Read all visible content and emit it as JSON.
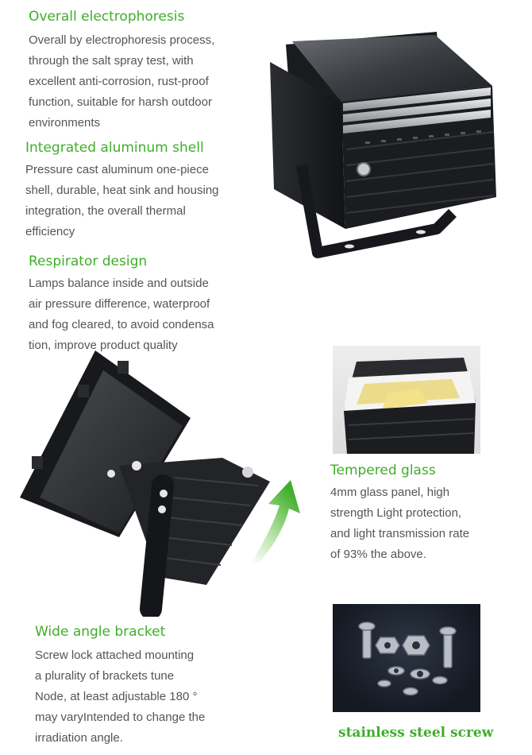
{
  "sections": {
    "electrophoresis": {
      "title": "Overall electrophoresis",
      "lines": [
        "Overall by electrophoresis process,",
        "through the salt spray test, with",
        "excellent anti-corrosion, rust-proof",
        "function, suitable for harsh outdoor",
        "environments"
      ]
    },
    "shell": {
      "title": "Integrated aluminum shell",
      "lines": [
        "Pressure cast aluminum one-piece",
        " shell, durable, heat sink and housing",
        " integration, the overall thermal",
        "efficiency"
      ]
    },
    "respirator": {
      "title": "Respirator design",
      "lines": [
        "Lamps balance inside and outside",
        "air pressure difference, waterproof",
        "and fog cleared, to avoid condensa",
        "tion, improve product quality"
      ]
    },
    "glass": {
      "title": "Tempered glass",
      "lines": [
        "4mm glass panel, high",
        "strength Light protection,",
        "and light transmission rate",
        "of 93% the above."
      ]
    },
    "bracket": {
      "title": "Wide angle bracket",
      "lines": [
        "Screw lock attached mounting",
        " a plurality of brackets tune",
        " Node, at least adjustable 180 °",
        "may varyIntended to change the",
        "irradiation angle."
      ]
    },
    "screw": {
      "caption": "stainless steel screw"
    }
  },
  "colors": {
    "heading": "#3fae2a",
    "body": "#555555",
    "arrow_light": "#eaf7e4",
    "arrow_dark": "#3fae2a"
  }
}
